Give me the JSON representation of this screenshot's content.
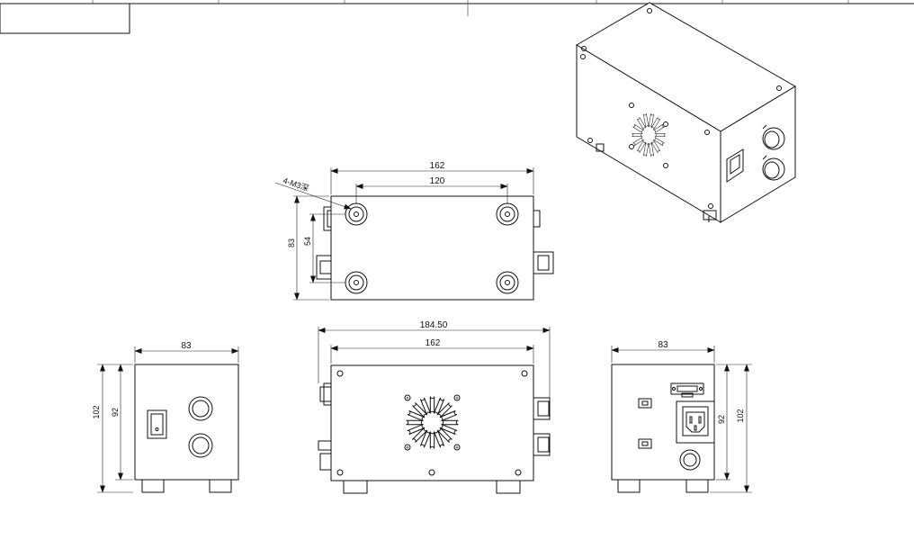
{
  "drawing": {
    "top_view": {
      "overall_width": "162",
      "hole_spacing": "120",
      "overall_depth": "83",
      "hole_pitch": "54",
      "hole_callout": "4-M3深"
    },
    "front_view": {
      "overall_width": "184.50",
      "body_width": "162"
    },
    "left_view": {
      "width": "83",
      "height_total": "102",
      "height_body": "92"
    },
    "right_view": {
      "width": "83",
      "height_total": "102",
      "height_body": "92"
    }
  }
}
